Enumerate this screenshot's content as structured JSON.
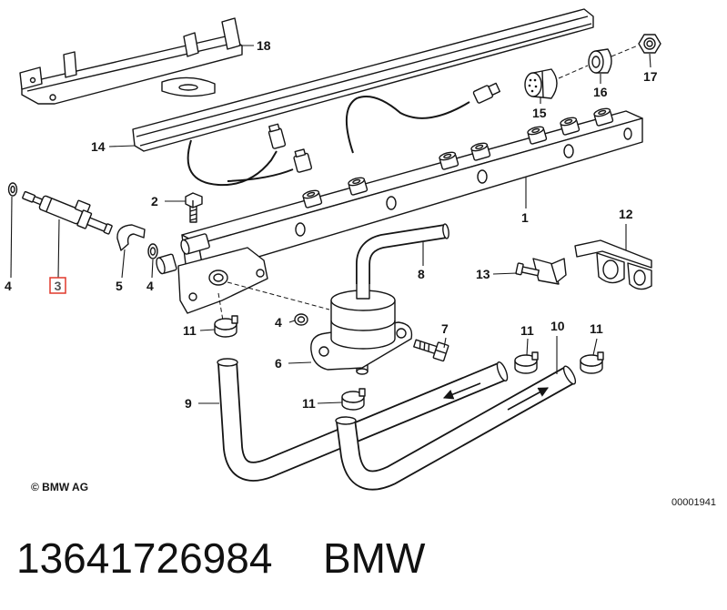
{
  "callouts": [
    "18",
    "14",
    "15",
    "16",
    "17",
    "1",
    "2",
    "12",
    "4",
    "5",
    "4",
    "8",
    "13",
    "4",
    "7",
    "11",
    "11",
    "10",
    "11",
    "6",
    "9",
    "11"
  ],
  "highlighted_callout": "3",
  "highlight_color": "#e0392b",
  "line_color": "#151515",
  "copyright": "© BMW AG",
  "drawing_number": "00001941",
  "part_number": "13641726984",
  "brand": "BMW"
}
